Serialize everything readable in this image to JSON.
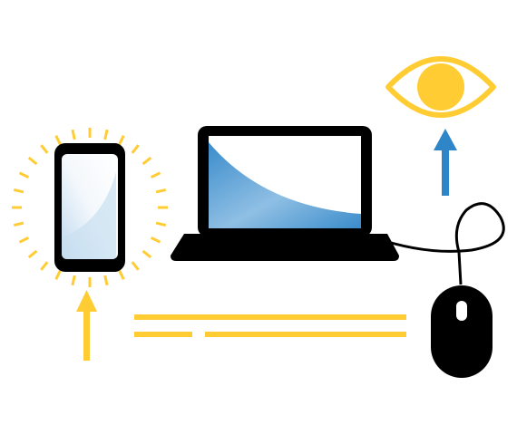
{
  "diagram": {
    "elements": [
      {
        "id": "smartphone",
        "icon": "smartphone-icon",
        "state": "glowing"
      },
      {
        "id": "laptop",
        "icon": "laptop-icon"
      },
      {
        "id": "mouse",
        "icon": "mouse-icon",
        "connected_to": "laptop"
      },
      {
        "id": "eye",
        "icon": "eye-icon"
      }
    ],
    "connectors": [
      {
        "from": "mouse",
        "to": "smartphone",
        "style": "double-line"
      },
      {
        "from": "below",
        "to": "smartphone",
        "style": "arrow"
      },
      {
        "from": "mouse",
        "to": "eye",
        "style": "arrow"
      }
    ]
  },
  "colors": {
    "accent_yellow": "#FFCC33",
    "arrow_blue": "#2E86C8",
    "screen_blue": "#3A8CCB",
    "device_black": "#000000",
    "background": "#FFFFFF"
  }
}
